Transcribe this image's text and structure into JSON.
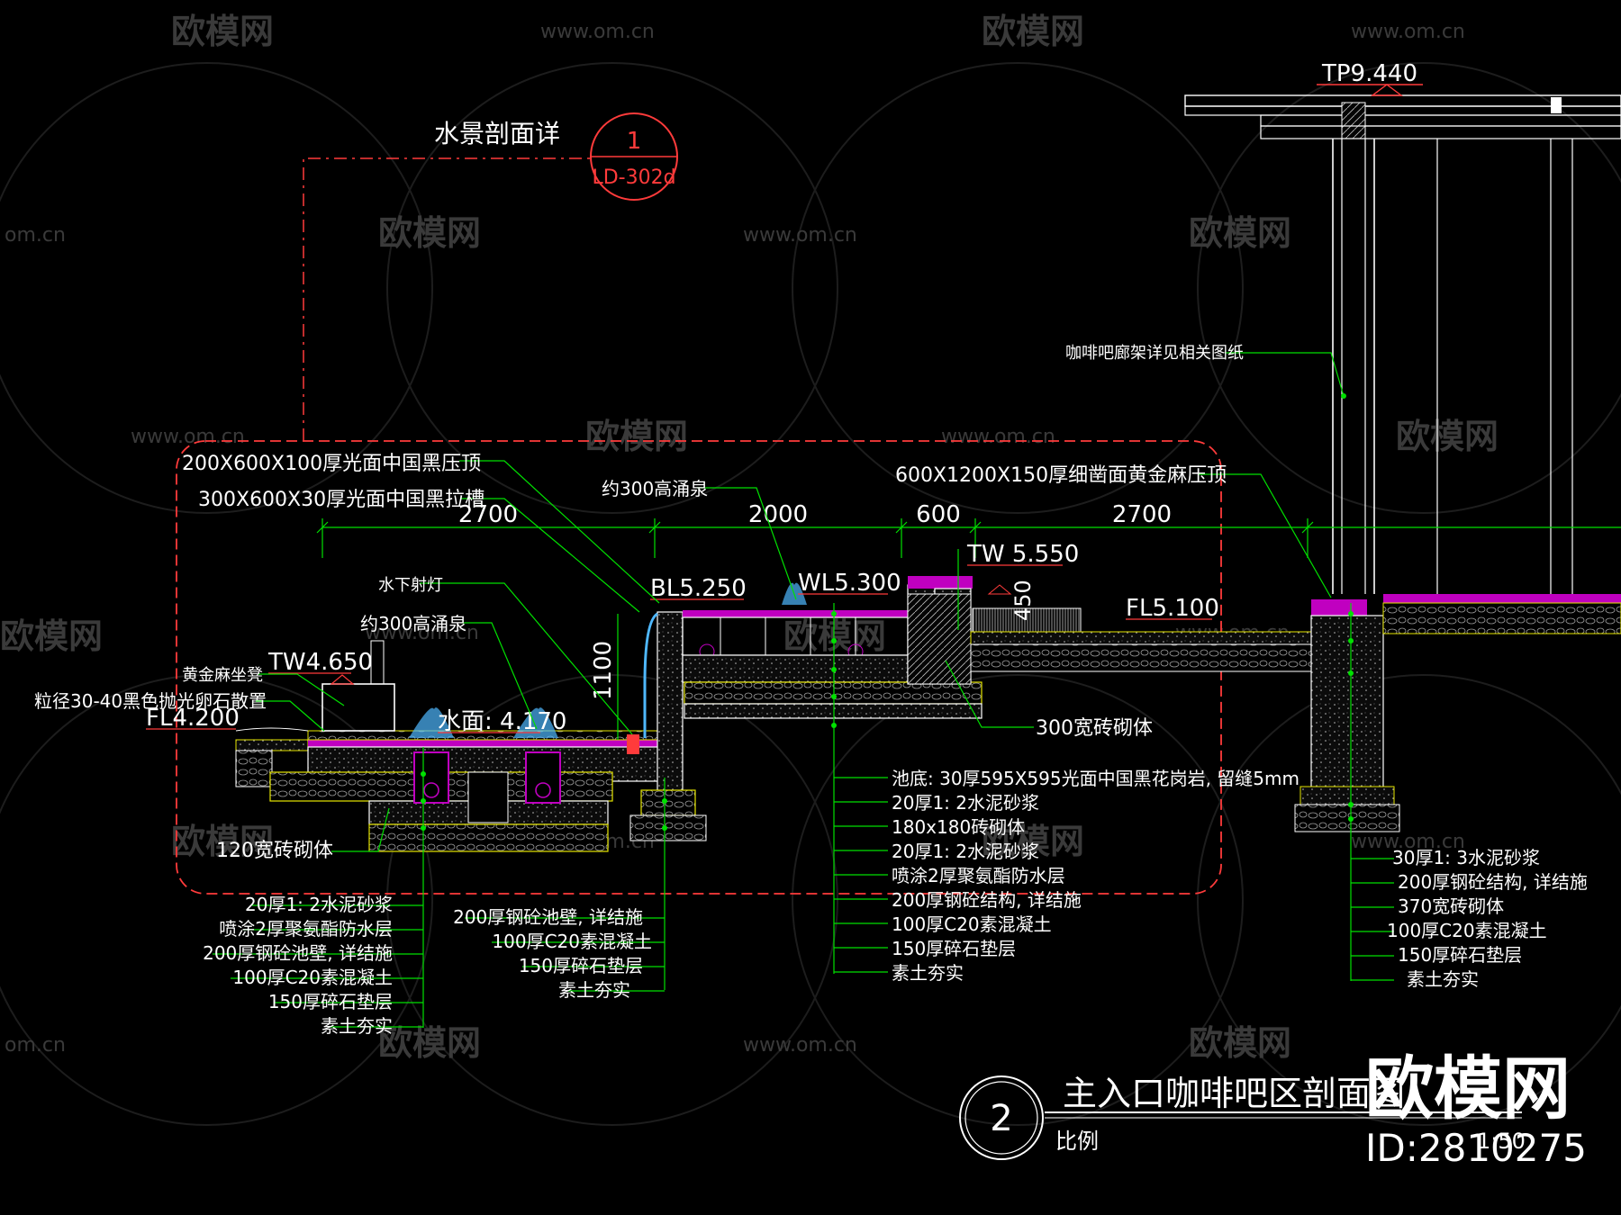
{
  "watermark": {
    "brand": "欧模网",
    "url": "www.om.cn",
    "url_short": "om.cn"
  },
  "corner_badge": {
    "brand": "欧模网",
    "id": "ID:2810275"
  },
  "callout": {
    "title": "水景剖面详",
    "number": "1",
    "sheet": "LD-302d"
  },
  "title_block": {
    "number": "2",
    "title": "主入口咖啡吧区剖面图",
    "scale_label": "比例",
    "scale_value": "1:50"
  },
  "dimensions": [
    "2700",
    "2000",
    "600",
    "2700"
  ],
  "levels": {
    "tp": "TP9.440",
    "tw_upper": "TW 5.550",
    "wl": "WL5.300",
    "bl": "BL5.250",
    "fl_right": "FL5.100",
    "tw_left": "TW4.650",
    "fl_left": "FL4.200",
    "water": "水面: 4.170",
    "height_1100": "1100",
    "height_450": "450"
  },
  "labels": {
    "cafe_frame": "咖啡吧廊架详见相关图纸",
    "coping_right": "600X1200X150厚细凿面黄金麻压顶",
    "coping_left": "200X600X100厚光面中国黑压顶",
    "groove": "300X600X30厚光面中国黑拉槽",
    "fountain_top": "约300高涌泉",
    "underwater_light": "水下射灯",
    "fountain_left": "约300高涌泉",
    "bench": "黄金麻坐凳",
    "pebbles": "粒径30-40黑色抛光卵石散置",
    "brick_300": "300宽砖砌体",
    "brick_120": "120宽砖砌体"
  },
  "stacks": {
    "pool_bottom": [
      "池底: 30厚595X595光面中国黑花岗岩, 留缝5mm",
      "20厚1: 2水泥砂浆",
      "180x180砖砌体",
      "20厚1: 2水泥砂浆",
      "喷涂2厚聚氨酯防水层",
      "200厚钢砼结构, 详结施",
      "100厚C20素混凝土",
      "150厚碎石垫层",
      "素土夯实"
    ],
    "left_pool": [
      "20厚1: 2水泥砂浆",
      "喷涂2厚聚氨酯防水层",
      "200厚钢砼池壁, 详结施",
      "100厚C20素混凝土",
      "150厚碎石垫层",
      "素土夯实"
    ],
    "middle": [
      "200厚钢砼池壁, 详结施",
      "100厚C20素混凝土",
      "150厚碎石垫层",
      "素土夯实"
    ],
    "right": [
      "30厚1: 3水泥砂浆",
      "200厚钢砼结构, 详结施",
      "370宽砖砌体",
      "100厚C20素混凝土",
      "150厚碎石垫层",
      "素土夯实"
    ]
  },
  "colors": {
    "background": "#000000",
    "leader": "#00e000",
    "annotation": "#ffffff",
    "callout": "#ff3b3b",
    "structure": "#e6e600",
    "waterproof": "#c000c0"
  }
}
